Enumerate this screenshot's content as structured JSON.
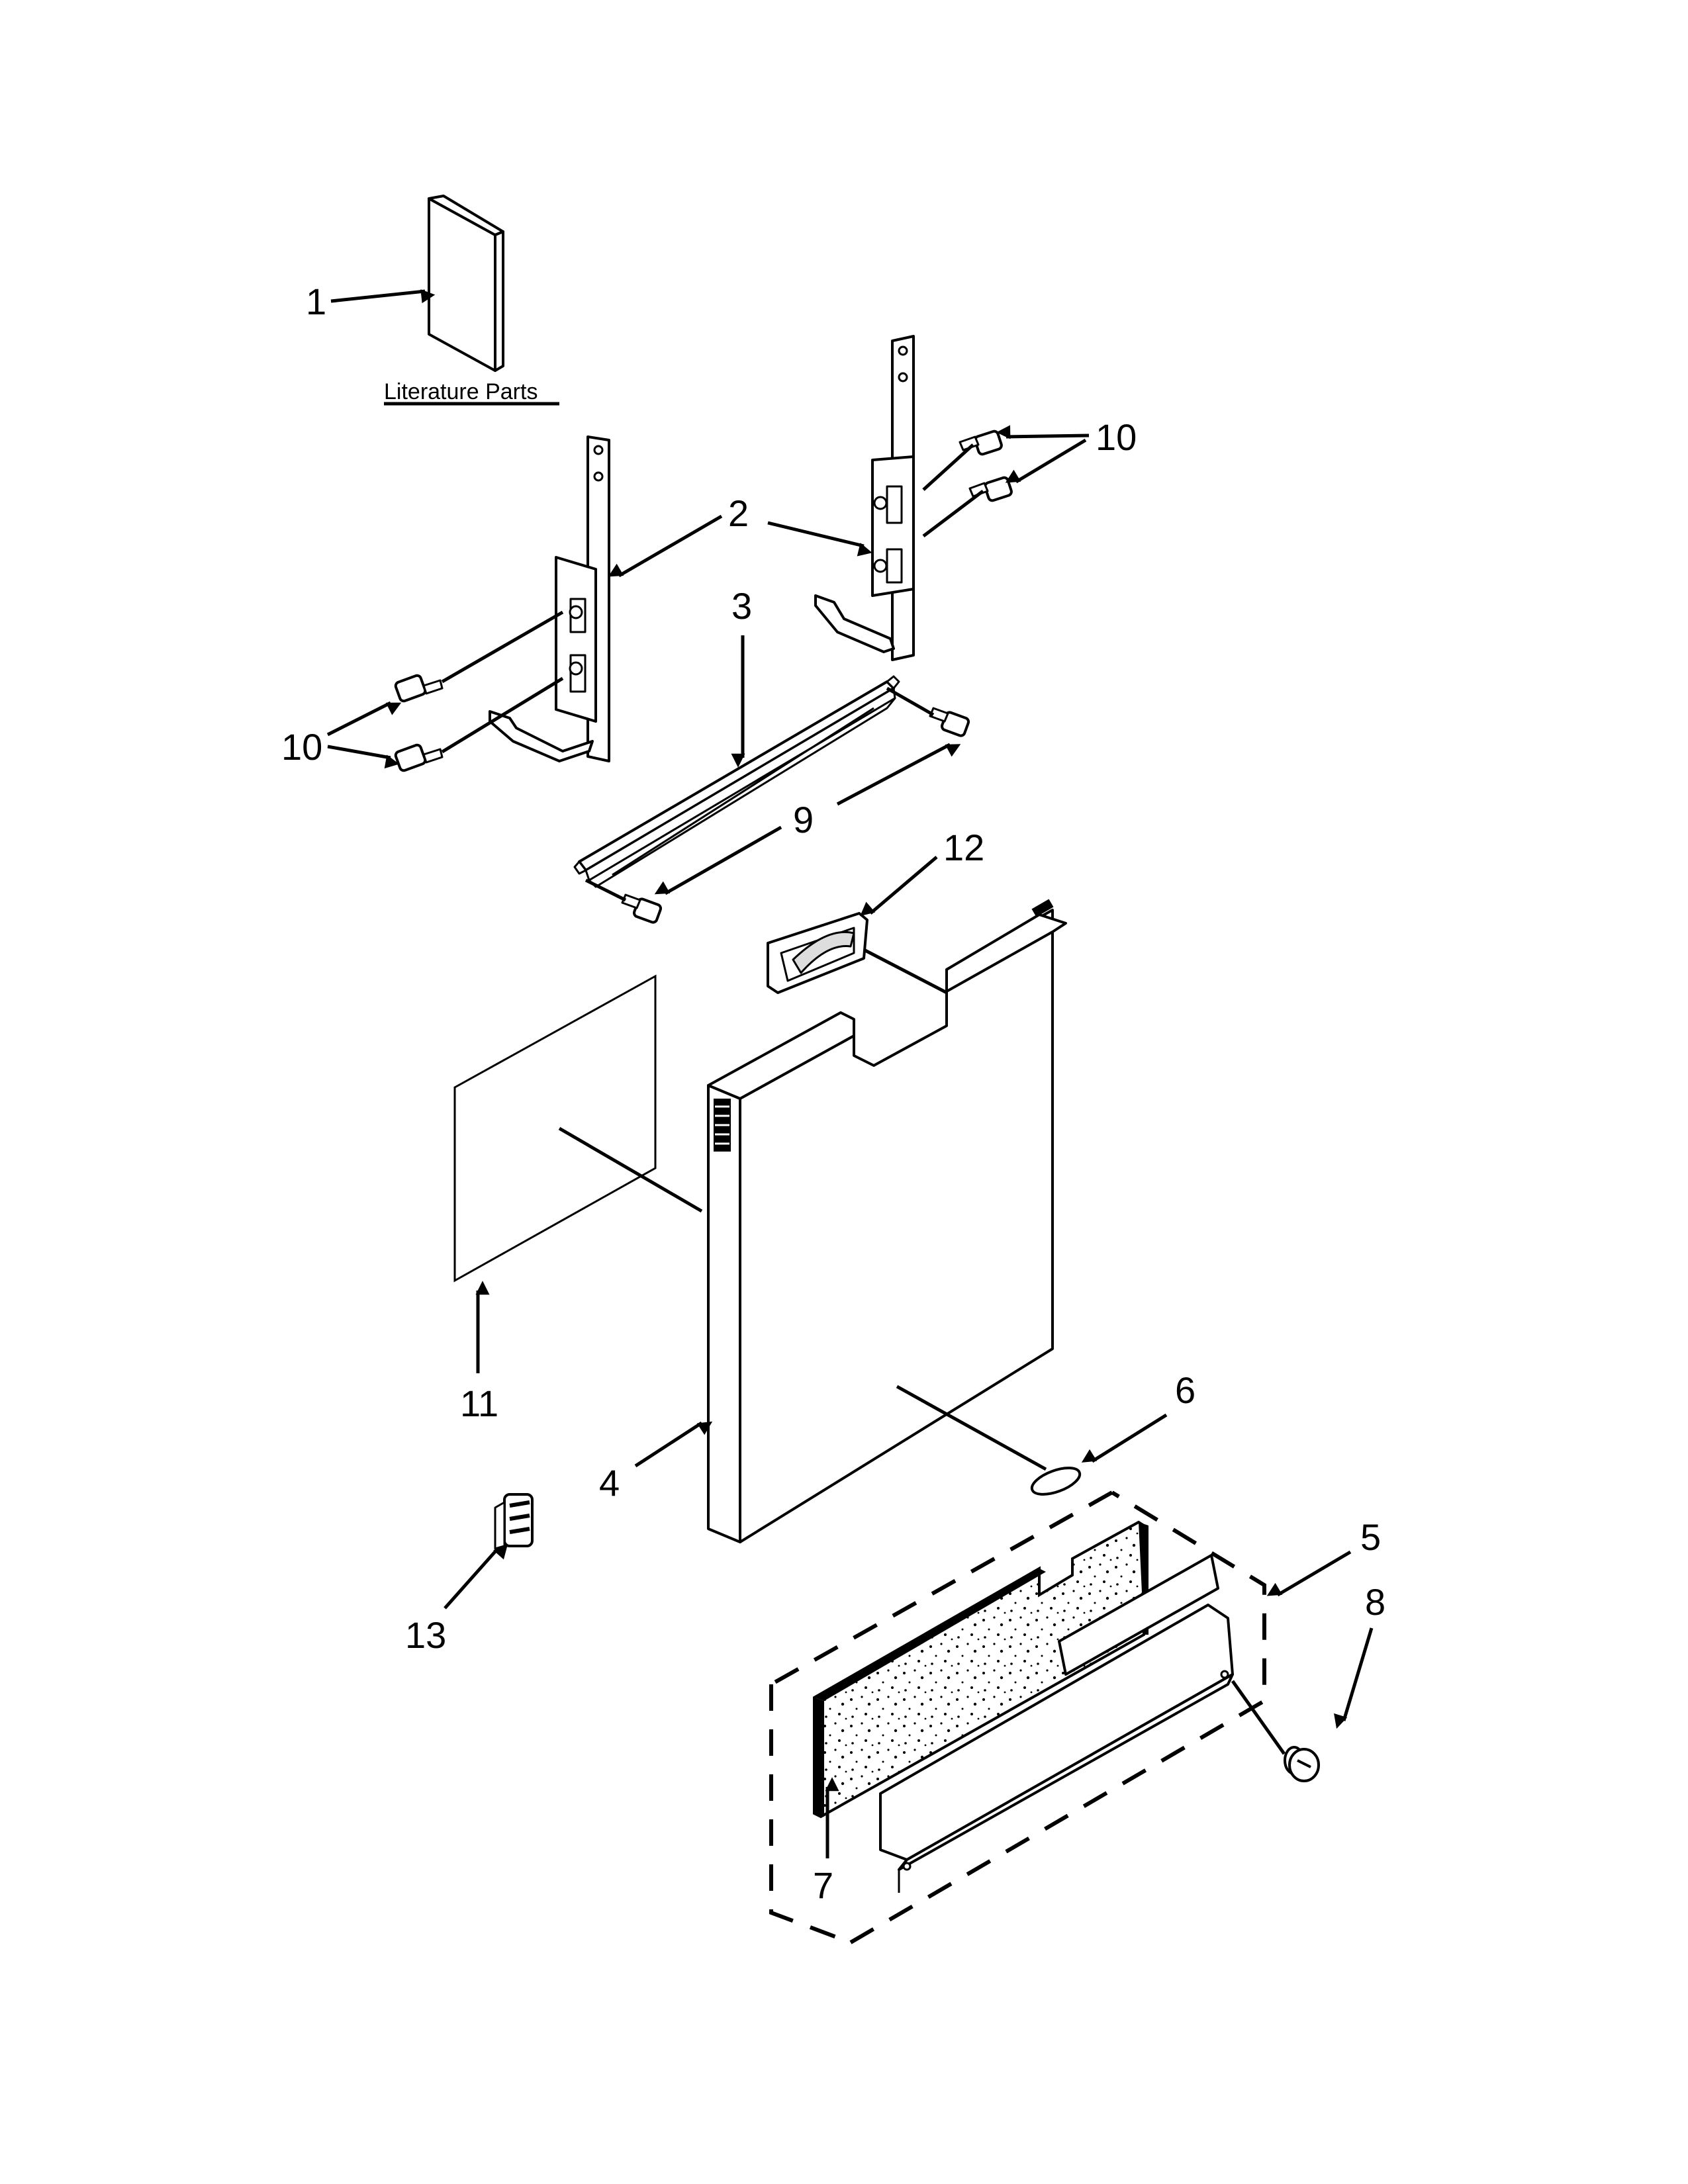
{
  "section_label": "Literature Parts",
  "callouts": {
    "c1": "1",
    "c2": "2",
    "c3": "3",
    "c4": "4",
    "c5": "5",
    "c6": "6",
    "c7": "7",
    "c8": "8",
    "c9": "9",
    "c10a": "10",
    "c10b": "10",
    "c11": "11",
    "c12": "12",
    "c13": "13"
  }
}
